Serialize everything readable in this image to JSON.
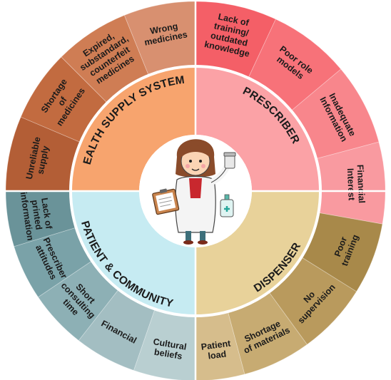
{
  "diagram": {
    "colors": {
      "background": "#ffffff",
      "gap": "#ffffff",
      "health_outer": [
        "#b35e36",
        "#c26b40",
        "#cf7d54",
        "#d89070",
        "#e0a98c"
      ],
      "health_inner": "#f7a46e",
      "prescriber_outer": [
        "#f45f67",
        "#f77279",
        "#f8868c",
        "#f99aa0"
      ],
      "prescriber_inner": "#fba2a6",
      "dispenser_outer": [
        "#a8894a",
        "#b99a5d",
        "#c7ab72",
        "#d6bd8c"
      ],
      "dispenser_inner": "#e8d29a",
      "patient_outer": [
        "#b9cfd1",
        "#a3bec2",
        "#8db0b5",
        "#7aa2a8",
        "#6a9399"
      ],
      "patient_inner": "#c6ebf2"
    },
    "quadrants": [
      {
        "id": "health",
        "title": "HEALTH SUPPLY SYSTEM",
        "segments": [
          {
            "lines": [
              "Unreliable",
              "supply"
            ]
          },
          {
            "lines": [
              "Shortage",
              "of",
              "medicines"
            ]
          },
          {
            "lines": [
              "Expired,",
              "substandard,",
              "counterfeit",
              "medicines"
            ]
          },
          {
            "lines": [
              "Wrong",
              "medicines"
            ]
          }
        ]
      },
      {
        "id": "prescriber",
        "title": "PRESCRIBER",
        "segments": [
          {
            "lines": [
              "Lack of",
              "training/",
              "outdated",
              "knowledge"
            ]
          },
          {
            "lines": [
              "Poor role",
              "models"
            ]
          },
          {
            "lines": [
              "Inadequate",
              "Information"
            ]
          },
          {
            "lines": [
              "Financial",
              "Interest"
            ]
          }
        ]
      },
      {
        "id": "dispenser",
        "title": "DISPENSER",
        "segments": [
          {
            "lines": [
              "Poor",
              "training"
            ]
          },
          {
            "lines": [
              "No",
              "supervision"
            ]
          },
          {
            "lines": [
              "Shortage",
              "of materials"
            ]
          },
          {
            "lines": [
              "Patient",
              "load"
            ]
          }
        ]
      },
      {
        "id": "patient",
        "title": "PATIENT & COMMUNITY",
        "segments": [
          {
            "lines": [
              "Cultural",
              "beliefs"
            ]
          },
          {
            "lines": [
              "Financial"
            ]
          },
          {
            "lines": [
              "Short",
              "consulting",
              "time"
            ]
          },
          {
            "lines": [
              "Prescriber",
              "attitudes"
            ]
          },
          {
            "lines": [
              "Lack of",
              "printed",
              "information"
            ]
          }
        ]
      }
    ],
    "center": {
      "figure": "doctor-illustration",
      "icons": [
        "clipboard-icon",
        "pill-bottle-icon",
        "sanitizer-bottle-icon"
      ]
    }
  }
}
